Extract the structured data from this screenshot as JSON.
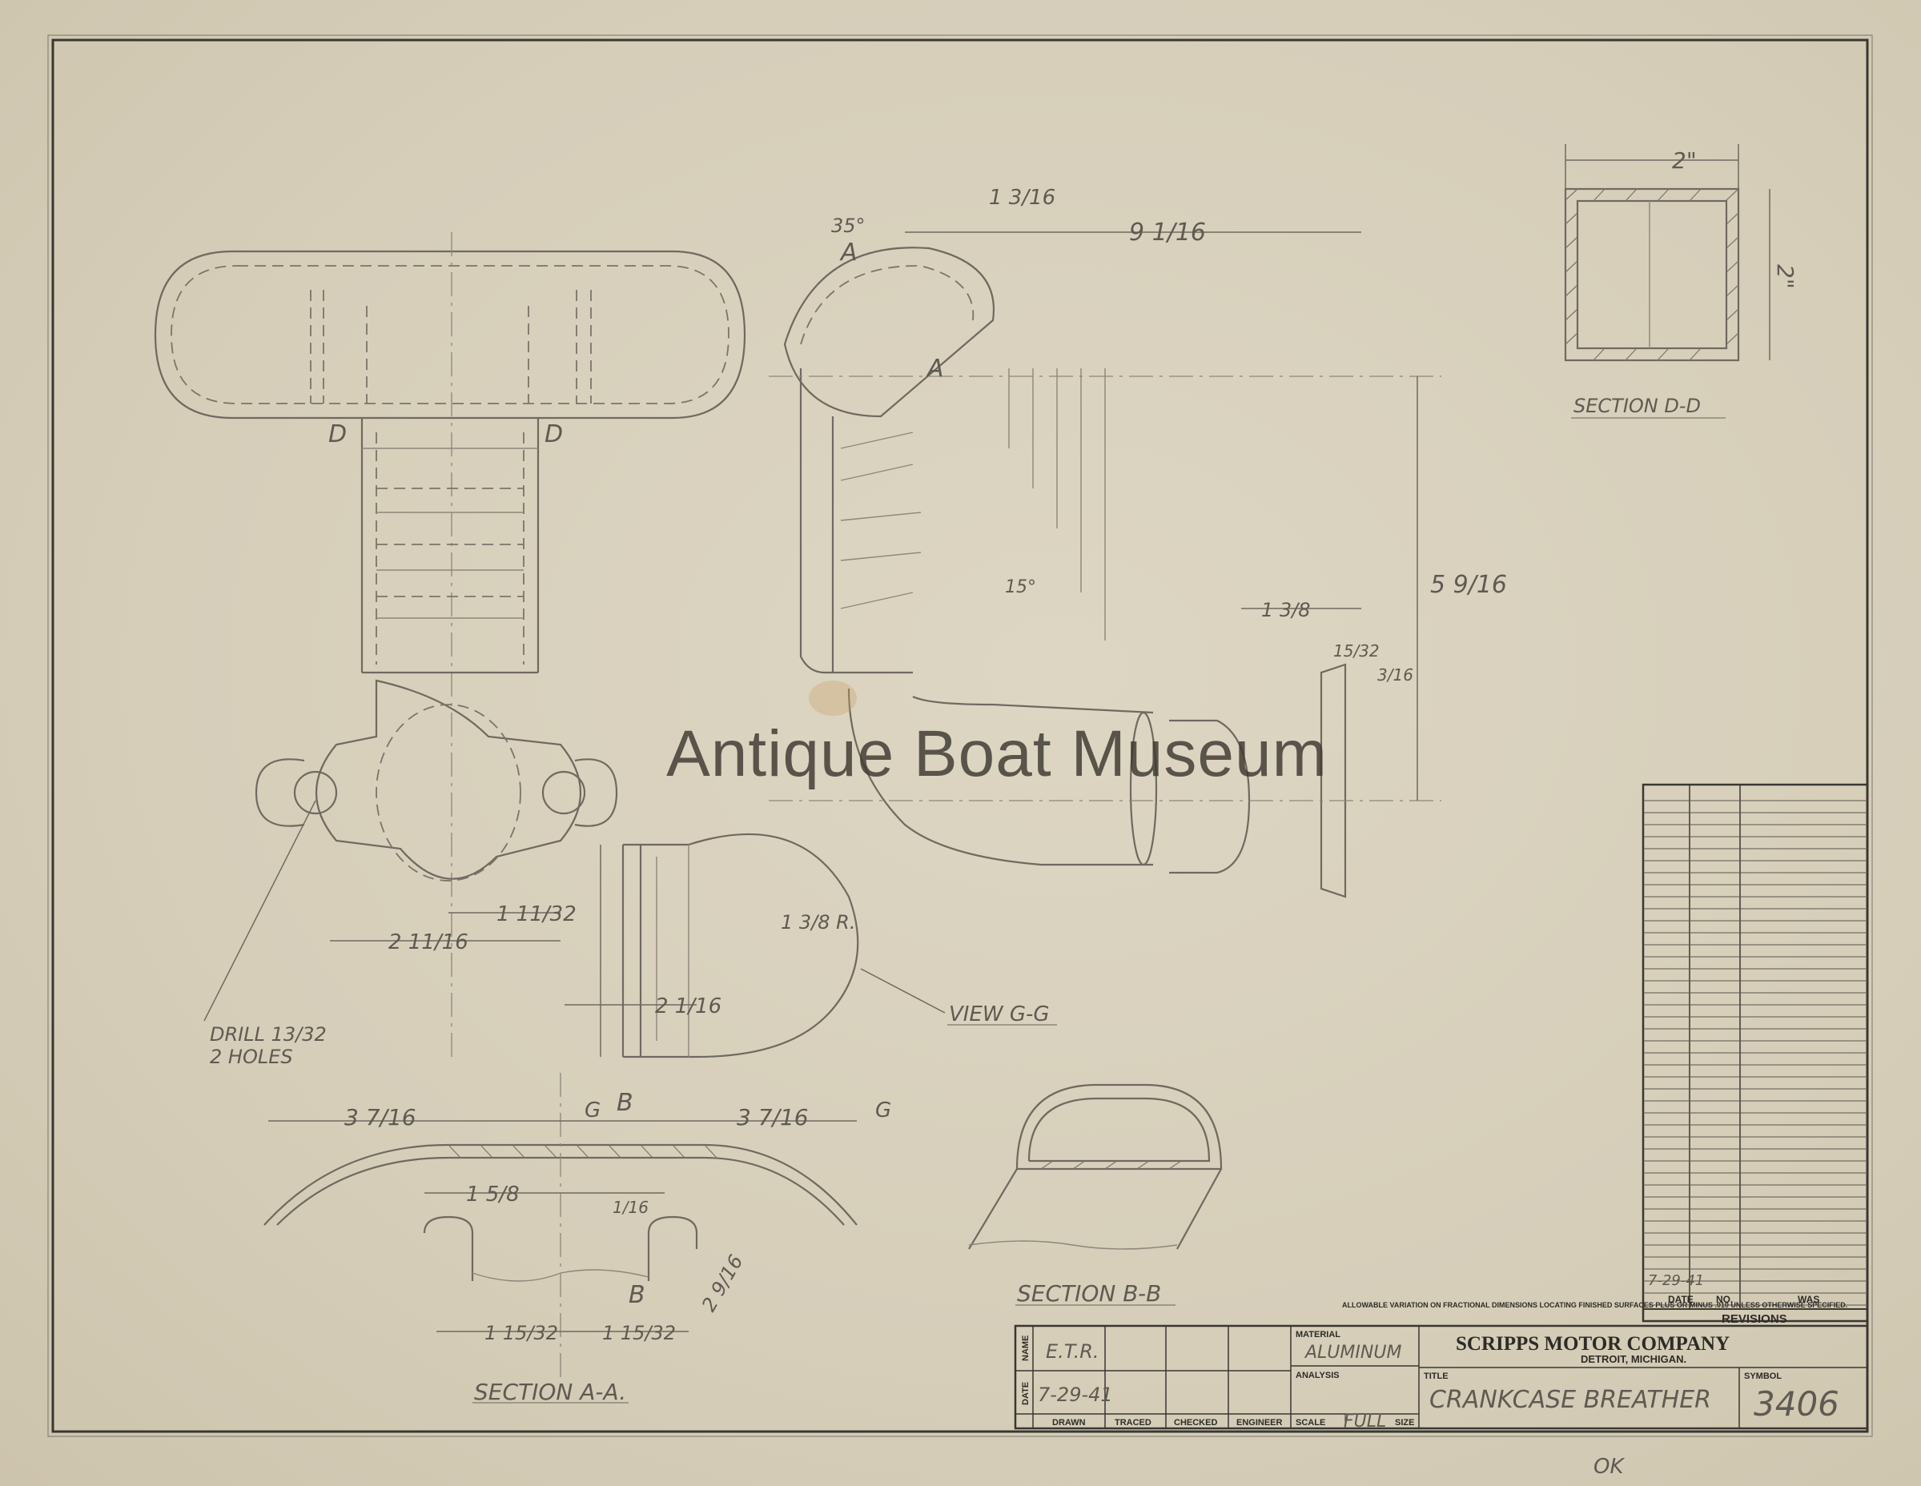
{
  "watermark": "Antique Boat Museum",
  "title_block": {
    "company": "SCRIPPS MOTOR COMPANY",
    "location": "DETROIT, MICHIGAN.",
    "material_label": "MATERIAL",
    "material_value": "ALUMINUM",
    "analysis_label": "ANALYSIS",
    "title_label": "TITLE",
    "title_value": "CRANKCASE BREATHER",
    "symbol_label": "SYMBOL",
    "symbol_value": "3406",
    "name_label": "NAME",
    "name_value": "E.T.R.",
    "date_label": "DATE",
    "date_value": "7-29-41",
    "drawn": "DRAWN",
    "traced": "TRACED",
    "checked": "CHECKED",
    "engineer": "ENGINEER",
    "scale_label": "SCALE",
    "scale_value": "FULL",
    "size_label": "SIZE",
    "note": "ALLOWABLE VARIATION ON FRACTIONAL DIMENSIONS LOCATING FINISHED SURFACES PLUS OR MINUS .010 UNLESS OTHERWISE SPECIFIED."
  },
  "revisions": {
    "heading": "REVISIONS",
    "date_col": "DATE",
    "no_col": "NO.",
    "was_col": "WAS",
    "entry_date": "7-29-41"
  },
  "section_labels": {
    "section_dd": "SECTION D-D",
    "section_aa": "SECTION A-A.",
    "section_bb": "SECTION B-B",
    "view_gg": "VIEW G-G",
    "drill_1": "DRILL 13/32",
    "drill_2": "2 HOLES"
  },
  "dimensions": {
    "d_2_top": "2\"",
    "d_2_side": "2\"",
    "d_9_1_16": "9 1/16",
    "d_1_3_16": "1 3/16",
    "d_35deg": "35°",
    "d_5_9_16": "5 9/16",
    "d_1_3_8": "1 3/8",
    "d_15_32": "15/32",
    "d_3_16": "3/16",
    "d_15deg": "15°",
    "d_3_7_16_left": "3 7/16",
    "d_3_7_16_right": "3 7/16",
    "d_1_5_8": "1 5/8",
    "d_1_15_32_left": "1 15/32",
    "d_1_15_32_right": "1 15/32",
    "d_2_11_16": "2 11/16",
    "d_1_11_32": "1 11/32",
    "d_2_1_16": "2 1/16",
    "d_1_3_8_r": "1 3/8 R.",
    "d_2_9_16": "2 9/16",
    "d_1_16": "1/16",
    "mark_a": "A",
    "mark_b": "B",
    "mark_d": "D",
    "mark_g": "G"
  },
  "footer_mark": "OK"
}
